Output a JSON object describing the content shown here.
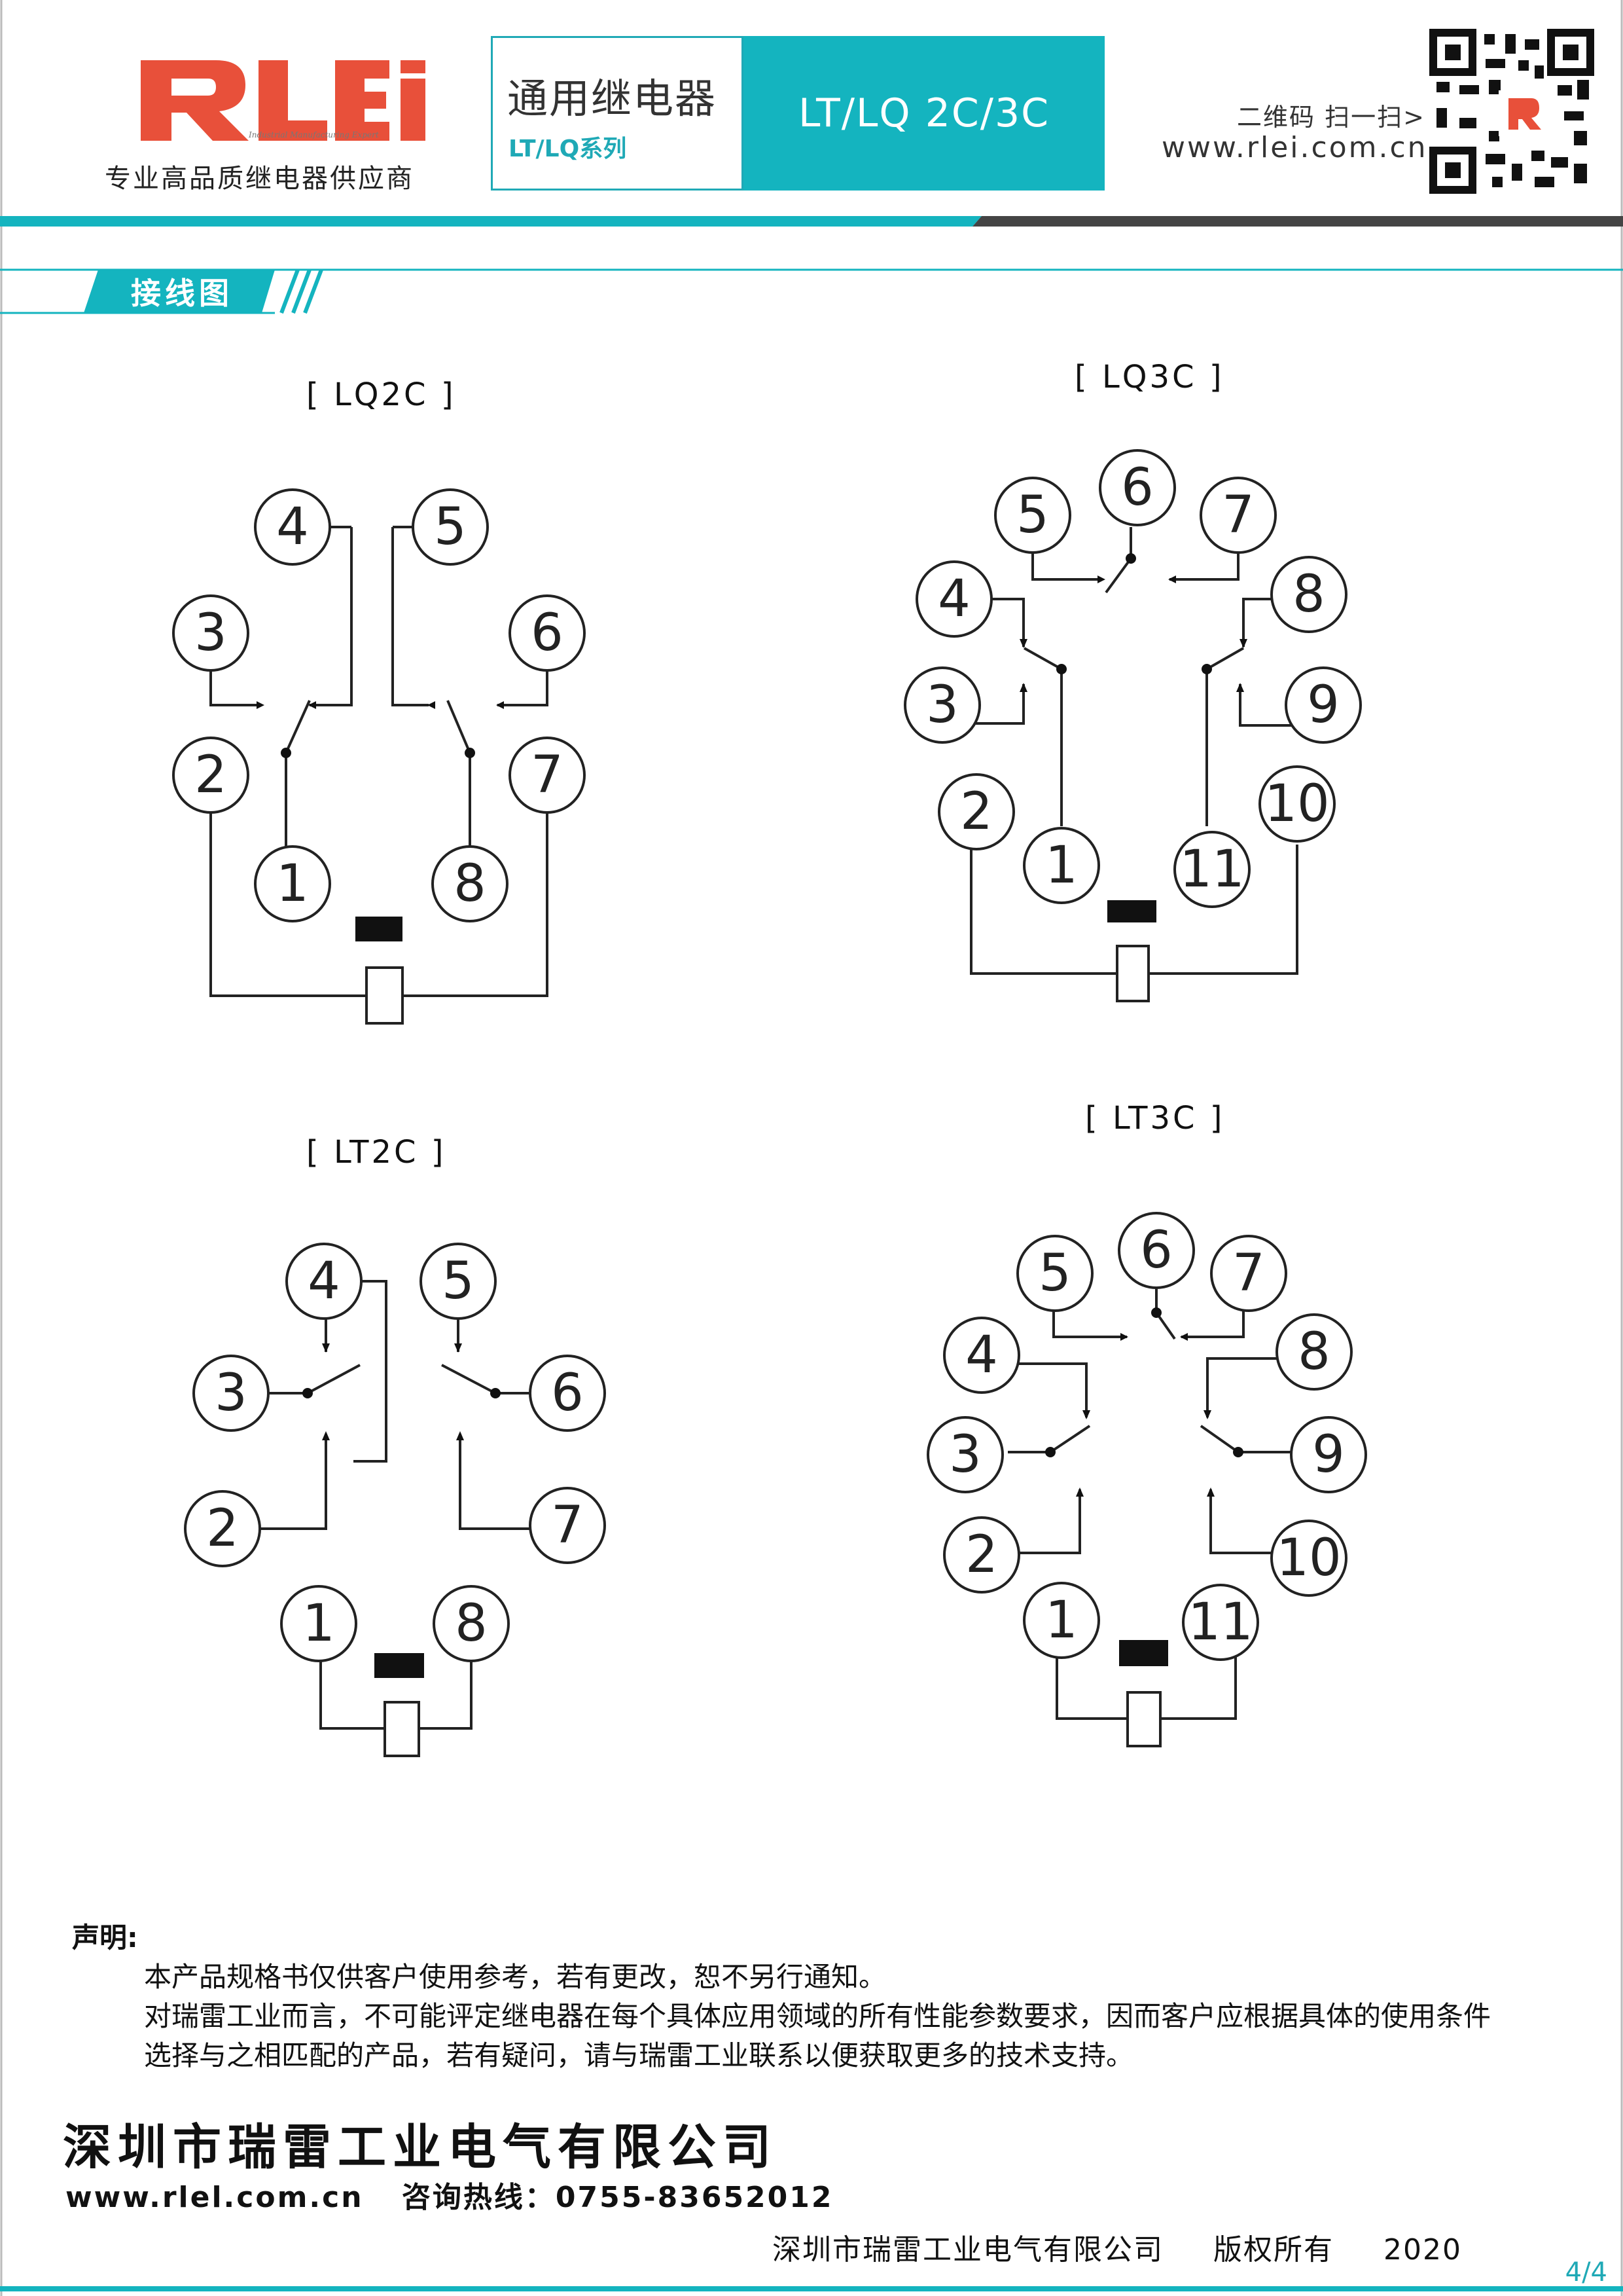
{
  "header": {
    "logo_text": "RLEi",
    "logo_tagline": "Industrial Manufacturing Expert",
    "company_tagline": "专业高品质继电器供应商",
    "product_title": "通用继电器",
    "product_series": "LT/LQ系列",
    "model": "LT/LQ 2C/3C",
    "qr_label": "二维码 扫一扫>",
    "website": "www.rlei.com.cn"
  },
  "section": {
    "title": "接线图"
  },
  "diagrams": [
    {
      "label": "[ LQ2C ]",
      "pins": [
        "1",
        "2",
        "3",
        "4",
        "5",
        "6",
        "7",
        "8"
      ]
    },
    {
      "label": "[ LQ3C ]",
      "pins": [
        "1",
        "2",
        "3",
        "4",
        "5",
        "6",
        "7",
        "8",
        "9",
        "10",
        "11"
      ]
    },
    {
      "label": "[ LT2C ]",
      "pins": [
        "1",
        "2",
        "3",
        "4",
        "5",
        "6",
        "7",
        "8"
      ]
    },
    {
      "label": "[ LT3C ]",
      "pins": [
        "1",
        "2",
        "3",
        "4",
        "5",
        "6",
        "7",
        "8",
        "9",
        "10",
        "11"
      ]
    }
  ],
  "declaration": {
    "title": "声明:",
    "lines": [
      "本产品规格书仅供客户使用参考，若有更改，恕不另行通知。",
      "对瑞雷工业而言，不可能评定继电器在每个具体应用领域的所有性能参数要求，因而客户应根据具体的使用条件",
      "选择与之相匹配的产品，若有疑问，请与瑞雷工业联系以便获取更多的技术支持。"
    ]
  },
  "footer": {
    "company": "深圳市瑞雷工业电气有限公司",
    "website": "www.rlel.com.cn",
    "hotline": "咨询热线：0755-83652012",
    "copyright_company": "深圳市瑞雷工业电气有限公司",
    "copyright_text": "版权所有",
    "year": "2020",
    "page": "4/4"
  },
  "colors": {
    "accent": "#14b4bf",
    "logo_red": "#e8503a",
    "dark": "#333333"
  }
}
